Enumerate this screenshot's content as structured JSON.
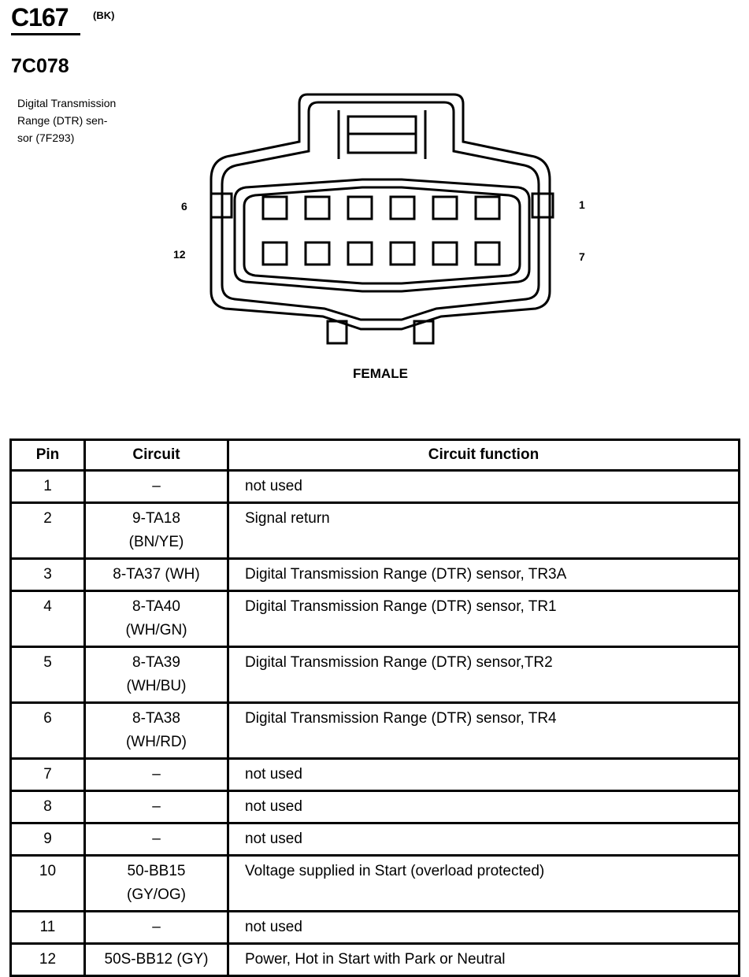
{
  "connector": {
    "id": "C167",
    "color": "(BK)",
    "component_id": "7C078",
    "component_description": "Digital Transmission\nRange (DTR) sen-\nsor (7F293)",
    "view": "FEMALE",
    "pin_labels": {
      "top_left": "6",
      "bottom_left": "12",
      "top_right": "1",
      "bottom_right": "7"
    }
  },
  "table": {
    "headers": [
      "Pin",
      "Circuit",
      "Circuit function"
    ],
    "rows": [
      {
        "pin": "1",
        "circuit": "–",
        "function": "not used"
      },
      {
        "pin": "2",
        "circuit": "9-TA18\n(BN/YE)",
        "function": "Signal return"
      },
      {
        "pin": "3",
        "circuit": "8-TA37 (WH)",
        "function": "Digital Transmission Range (DTR) sensor, TR3A"
      },
      {
        "pin": "4",
        "circuit": "8-TA40\n(WH/GN)",
        "function": "Digital Transmission Range (DTR) sensor, TR1"
      },
      {
        "pin": "5",
        "circuit": "8-TA39\n(WH/BU)",
        "function": "Digital Transmission Range (DTR) sensor,TR2"
      },
      {
        "pin": "6",
        "circuit": "8-TA38\n(WH/RD)",
        "function": "Digital Transmission Range (DTR) sensor, TR4"
      },
      {
        "pin": "7",
        "circuit": "–",
        "function": "not used"
      },
      {
        "pin": "8",
        "circuit": "–",
        "function": "not used"
      },
      {
        "pin": "9",
        "circuit": "–",
        "function": "not used"
      },
      {
        "pin": "10",
        "circuit": "50-BB15\n(GY/OG)",
        "function": "Voltage supplied in Start (overload protected)"
      },
      {
        "pin": "11",
        "circuit": "–",
        "function": "not used"
      },
      {
        "pin": "12",
        "circuit": "50S-BB12 (GY)",
        "function": "Power, Hot in Start with Park or Neutral"
      }
    ]
  }
}
